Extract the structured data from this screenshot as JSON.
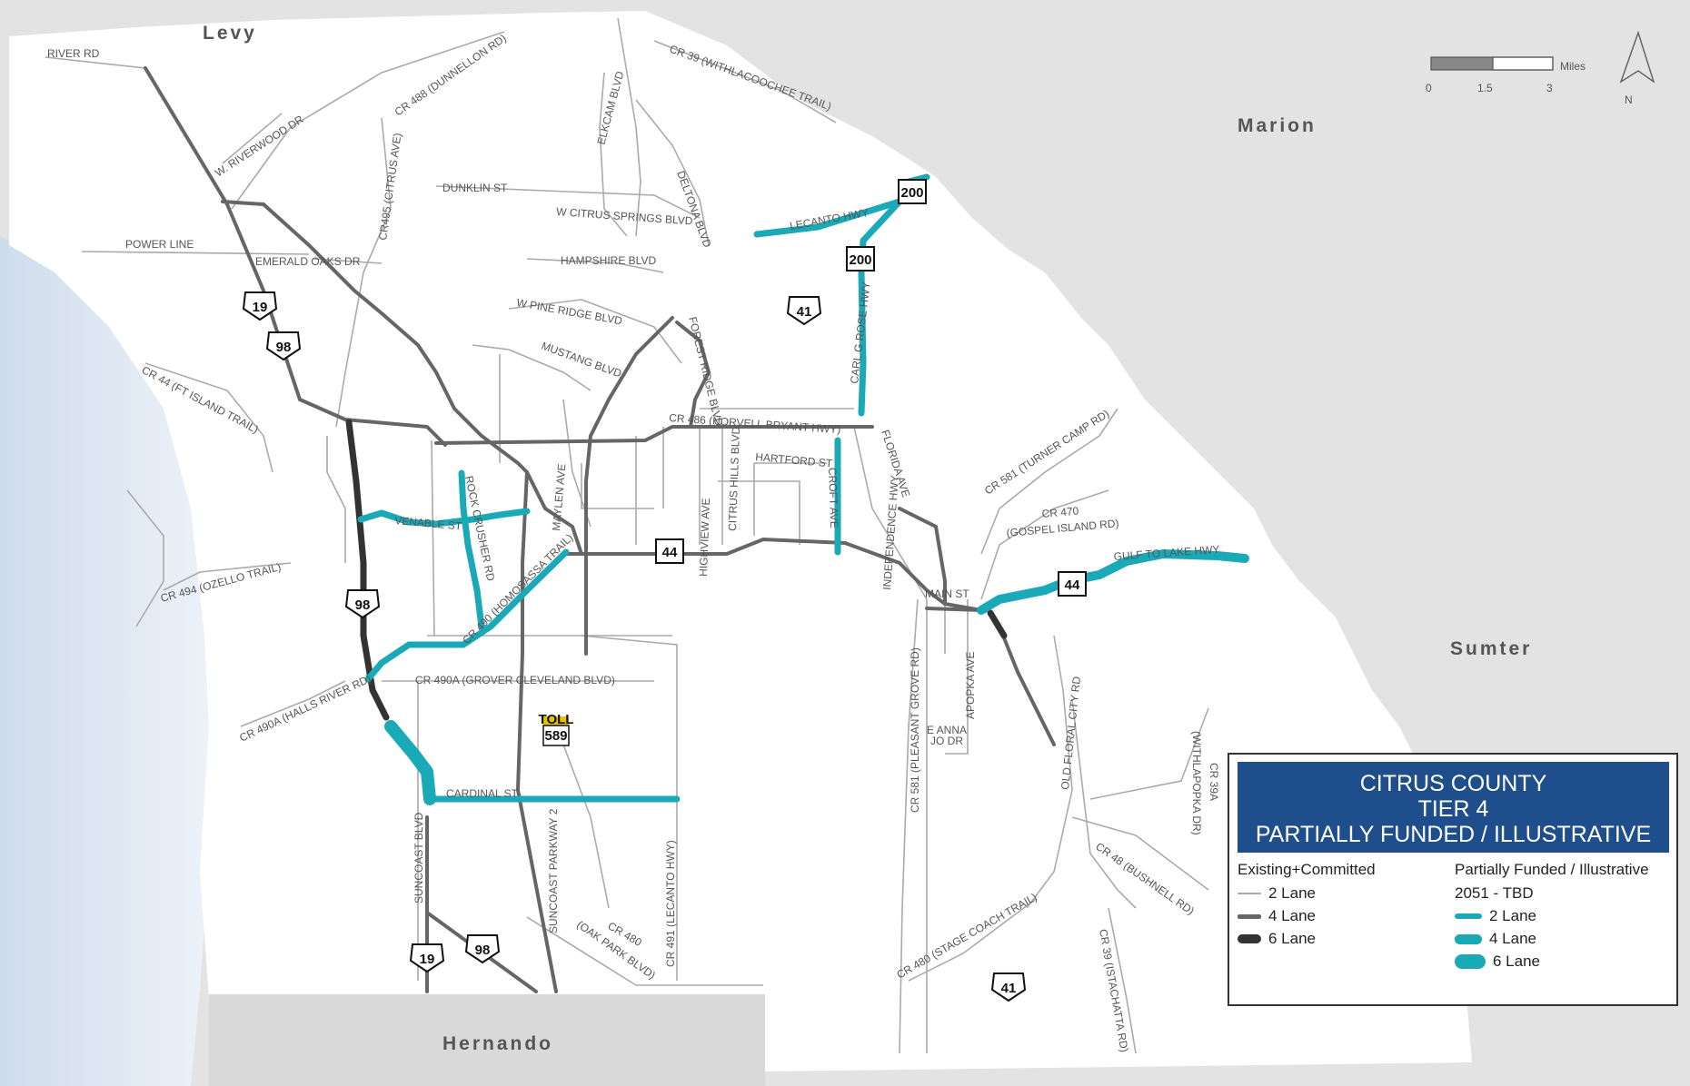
{
  "counties": {
    "levy": "Levy",
    "marion": "Marion",
    "sumter": "Sumter",
    "hernando": "Hernando"
  },
  "scale_bar": {
    "unit": "Miles",
    "ticks": [
      "0",
      "1.5",
      "3"
    ],
    "north": "N"
  },
  "road_labels": {
    "river_rd": "RIVER RD",
    "cr488": "CR 488 (DUNNELLON RD)",
    "cr39": "CR 39 (WITHLACOOCHEE TRAIL)",
    "w_riverwood": "W. RIVERWOOD DR",
    "cr495": "CR495 (CITRUS AVE)",
    "elkcam": "ELKCAM BLVD",
    "deltona": "DELTONA BLVD",
    "dunklin": "DUNKLIN ST",
    "citrus_springs": "W CITRUS SPRINGS BLVD",
    "lecanto_hwy": "LECANTO HWY",
    "power_line": "POWER LINE",
    "emerald_oaks": "EMERALD OAKS DR",
    "hampshire": "HAMPSHIRE BLVD",
    "carl_rose": "CARL G ROSE HWY",
    "w_pine_ridge": "W PINE RIDGE BLVD",
    "forest_ridge": "FOREST RIDGE BLVD",
    "mustang": "MUSTANG BLVD",
    "cr44_ft_island": "CR 44 (FT ISLAND TRAIL)",
    "cr486": "CR 486 (NORVELL BRYANT HWY)",
    "florida_ave": "FLORIDA AVE",
    "hartford": "HARTFORD ST",
    "cr581_turner": "CR 581 (TURNER CAMP RD)",
    "cr470": "CR 470",
    "gospel_island": "(GOSPEL ISLAND RD)",
    "venable": "VENABLE ST",
    "rock_crusher": "ROCK CRUSHER RD",
    "maylen": "MAYLEN AVE",
    "highview": "HIGHVIEW AVE",
    "citrus_hills": "CITRUS HILLS BLVD",
    "croft": "CROFT AVE",
    "independence": "INDEPENDENCE HWY",
    "gulf_to_lake": "GULF TO LAKE HWY",
    "cr494": "CR 494 (OZELLO TRAIL)",
    "cr490_homosassa": "CR 490 (HOMOSASSA TRAIL)",
    "main_st": "MAIN ST",
    "cr490a_halls": "CR 490A (HALLS RIVER RD)",
    "cr490a_grover": "CR 490A (GROVER CLEVELAND BLVD)",
    "cr581_pleasant": "CR 581 (PLEASANT GROVE RD)",
    "apopka": "APOPKA AVE",
    "e_anna": "E ANNA",
    "jo_dr": "JO DR",
    "old_floral": "OLD FLORAL CITY RD",
    "cr39a": "CR 39A",
    "withlapopka": "(WITHLAPOPKA DR)",
    "cardinal": "CARDINAL ST",
    "suncoast_blvd": "SUNCOAST BLVD",
    "suncoast_pkwy": "SUNCOAST PARKWAY 2",
    "cr491": "CR 491 (LECANTO HWY)",
    "cr48": "CR 48 (BUSHNELL RD)",
    "stage_coach": "CR 480 (STAGE COACH TRAIL)",
    "cr480_oak": "CR 480",
    "oak_park": "(OAK PARK BLVD)",
    "cr39_istachatta": "CR 39 (ISTACHATTA RD)"
  },
  "shields": {
    "us19_n": "19",
    "us98_n": "98",
    "us41_n": "41",
    "sr200_a": "200",
    "sr200_b": "200",
    "sr44_w": "44",
    "sr44_e": "44",
    "us98_s": "98",
    "us19_s": "19",
    "us98_se": "98",
    "us41_s": "41",
    "toll589": "589",
    "toll_tag": "TOLL"
  },
  "legend": {
    "title_lines": [
      "CITRUS COUNTY",
      "TIER 4",
      "PARTIALLY FUNDED / ILLUSTRATIVE"
    ],
    "existing_header": "Existing+Committed",
    "planned_header": "Partially Funded / Illustrative",
    "planned_sub": "2051 - TBD",
    "existing_items": [
      "2 Lane",
      "4 Lane",
      "6 Lane"
    ],
    "planned_items": [
      "2 Lane",
      "4 Lane",
      "6 Lane"
    ]
  },
  "colors": {
    "water": "#d6e2ef",
    "land": "#ffffff",
    "outside": "#e3e3e3",
    "road_2lane": "#aaaaaa",
    "road_4lane": "#666666",
    "road_6lane": "#333333",
    "planned": "#1aa9b6",
    "legend_title_bg": "#1f4e8c"
  }
}
